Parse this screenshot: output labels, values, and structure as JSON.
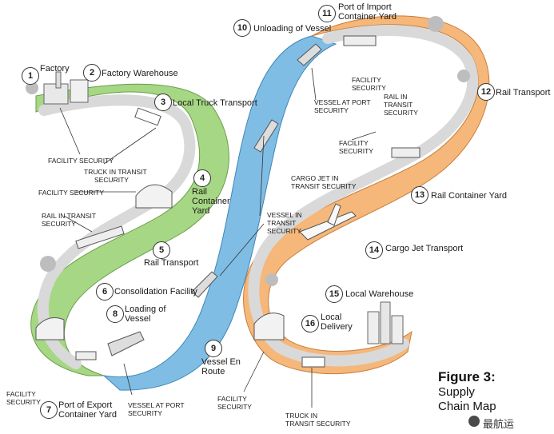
{
  "figure": {
    "title": "Figure 3:",
    "subtitle_line1": "Supply",
    "subtitle_line2": "Chain Map"
  },
  "watermark": "最航运",
  "colors": {
    "green_band": "#a6d784",
    "blue_band": "#7fbde4",
    "orange_band": "#f5b77a",
    "road": "#d9d9d9"
  },
  "steps": [
    {
      "n": "1",
      "label": "Factory"
    },
    {
      "n": "2",
      "label": "Factory Warehouse"
    },
    {
      "n": "3",
      "label": "Local Truck Transport"
    },
    {
      "n": "4",
      "line1": "Rail",
      "line2": "Container",
      "line3": "Yard"
    },
    {
      "n": "5",
      "label": "Rail Transport"
    },
    {
      "n": "6",
      "label": "Consolidation Facility"
    },
    {
      "n": "7",
      "line1": "Port of Export",
      "line2": "Container Yard"
    },
    {
      "n": "8",
      "line1": "Loading of",
      "line2": "Vessel"
    },
    {
      "n": "9",
      "line1": "Vessel En",
      "line2": "Route"
    },
    {
      "n": "10",
      "label": "Unloading of Vessel"
    },
    {
      "n": "11",
      "line1": "Port of Import",
      "line2": "Container Yard"
    },
    {
      "n": "12",
      "label": "Rail Transport"
    },
    {
      "n": "13",
      "label": "Rail Container Yard"
    },
    {
      "n": "14",
      "label": "Cargo Jet Transport"
    },
    {
      "n": "15",
      "label": "Local Warehouse"
    },
    {
      "n": "16",
      "line1": "Local",
      "line2": "Delivery"
    }
  ],
  "security": {
    "facility_security_1": "Facility Security",
    "truck_in_transit_1": "Truck in Transit",
    "truck_in_transit_2": "Security",
    "facility_security_2": "Facility Security",
    "rail_in_transit_1": "Rail in Transit",
    "rail_in_transit_2": "Security",
    "facility_security_3a": "Facility",
    "facility_security_3b": "Security",
    "vessel_at_port_1a": "Vessel at Port",
    "vessel_at_port_1b": "Security",
    "vessel_in_transit_a": "Vessel in",
    "vessel_in_transit_b": "Transit",
    "vessel_in_transit_c": "Security",
    "vessel_at_port_2a": "Vessel at Port",
    "vessel_at_port_2b": "Security",
    "facility_security_4a": "Facility",
    "facility_security_4b": "Security",
    "rail_in_transit_3a": "Rail in",
    "rail_in_transit_3b": "Transit",
    "rail_in_transit_3c": "Security",
    "facility_security_5a": "Facility",
    "facility_security_5b": "Security",
    "cargo_jet_a": "Cargo Jet in",
    "cargo_jet_b": "Transit Security",
    "facility_security_6a": "Facility",
    "facility_security_6b": "Security",
    "truck_in_transit_3a": "Truck in",
    "truck_in_transit_3b": "Transit Security"
  }
}
